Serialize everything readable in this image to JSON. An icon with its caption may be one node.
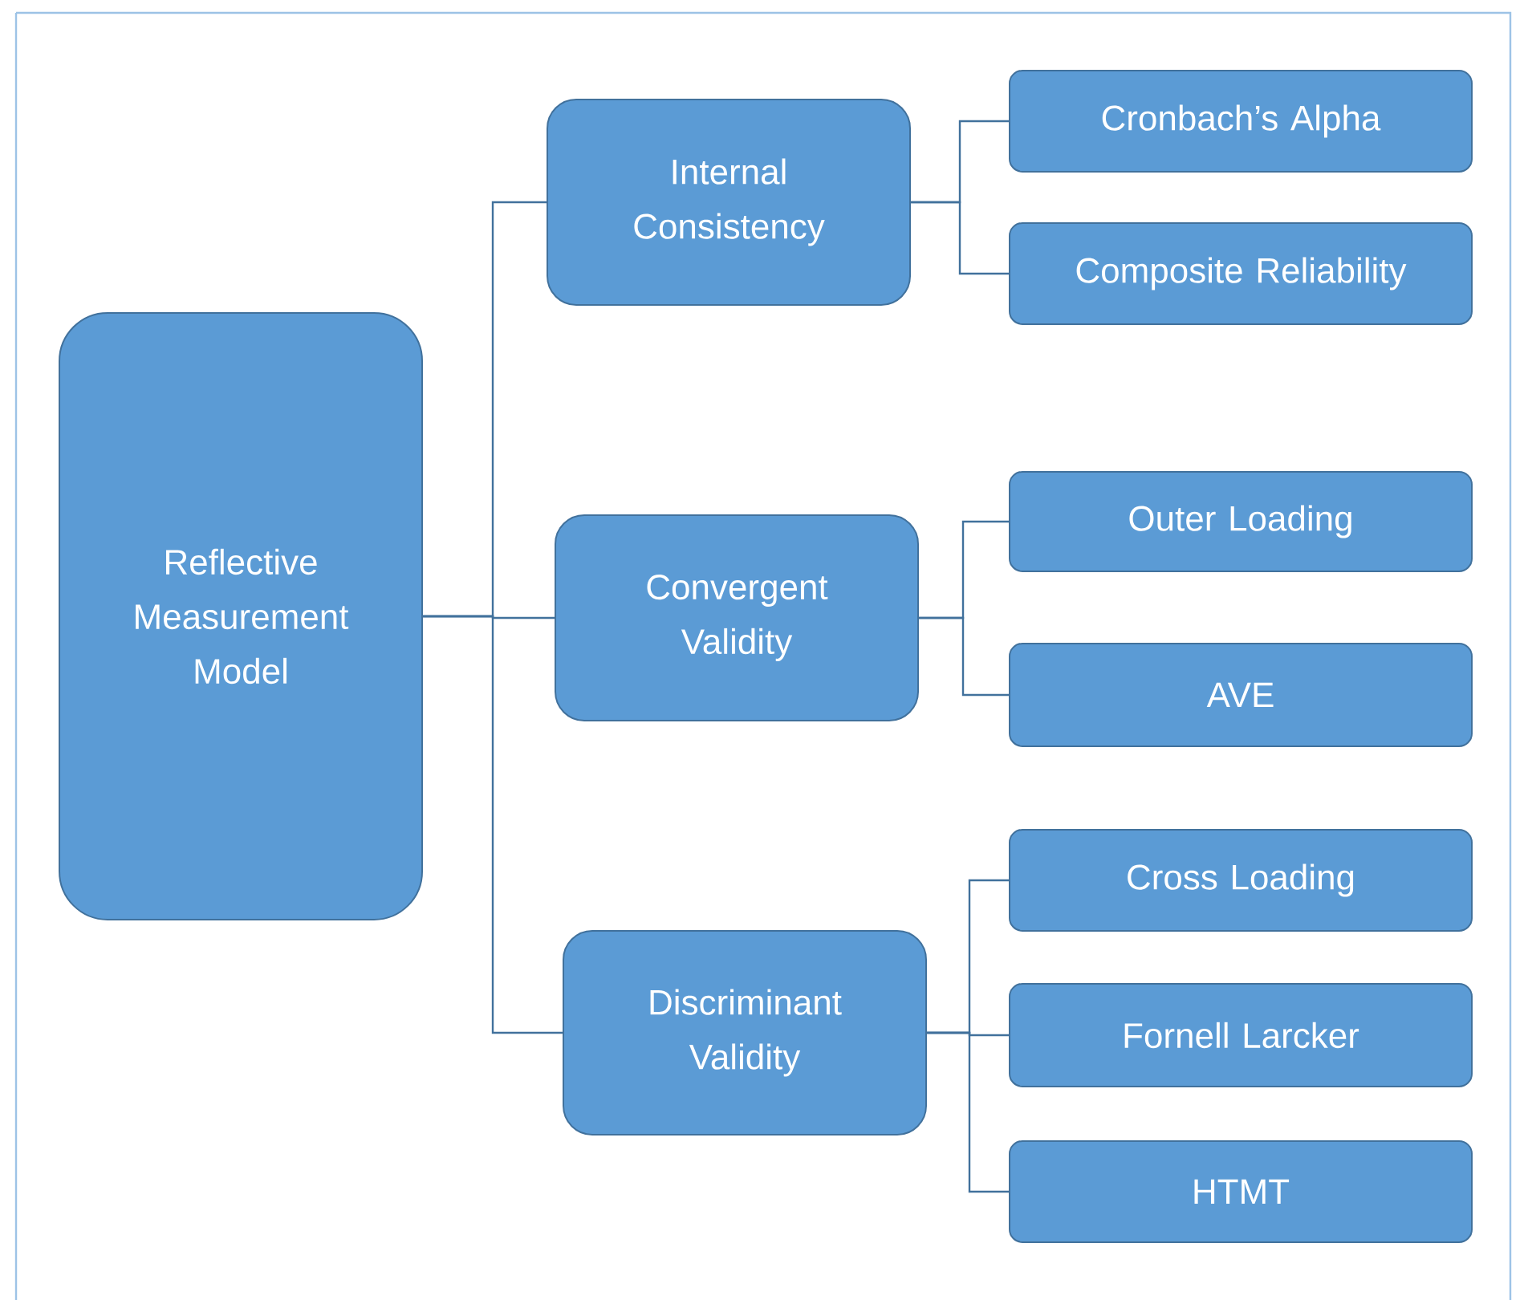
{
  "diagram": {
    "nodes": [
      {
        "text": [
          "Reflective Measurement Model"
        ]
      },
      {
        "text": [
          "Internal Consistency"
        ]
      },
      {
        "text": [
          "Convergent Validity"
        ]
      },
      {
        "text": [
          "Discriminant Validity"
        ]
      },
      {
        "text": [
          "Cronbach’s Alpha"
        ]
      },
      {
        "text": [
          "Composite Reliability"
        ]
      },
      {
        "text": [
          "Outer Loading"
        ]
      },
      {
        "text": [
          "AVE"
        ]
      },
      {
        "text": [
          "Cross Loading"
        ]
      },
      {
        "text": [
          "Fornell Larcker"
        ]
      },
      {
        "text": [
          "HTMT"
        ]
      }
    ],
    "edges": [
      {
        "from": 0,
        "to": 1,
        "arrow": "none"
      },
      {
        "from": 0,
        "to": 2,
        "arrow": "none"
      },
      {
        "from": 0,
        "to": 3,
        "arrow": "none"
      },
      {
        "from": 1,
        "to": 4,
        "arrow": "none"
      },
      {
        "from": 1,
        "to": 5,
        "arrow": "none"
      },
      {
        "from": 2,
        "to": 6,
        "arrow": "none"
      },
      {
        "from": 2,
        "to": 7,
        "arrow": "none"
      },
      {
        "from": 3,
        "to": 8,
        "arrow": "none"
      },
      {
        "from": 3,
        "to": 9,
        "arrow": "none"
      },
      {
        "from": 3,
        "to": 10,
        "arrow": "none"
      }
    ]
  }
}
